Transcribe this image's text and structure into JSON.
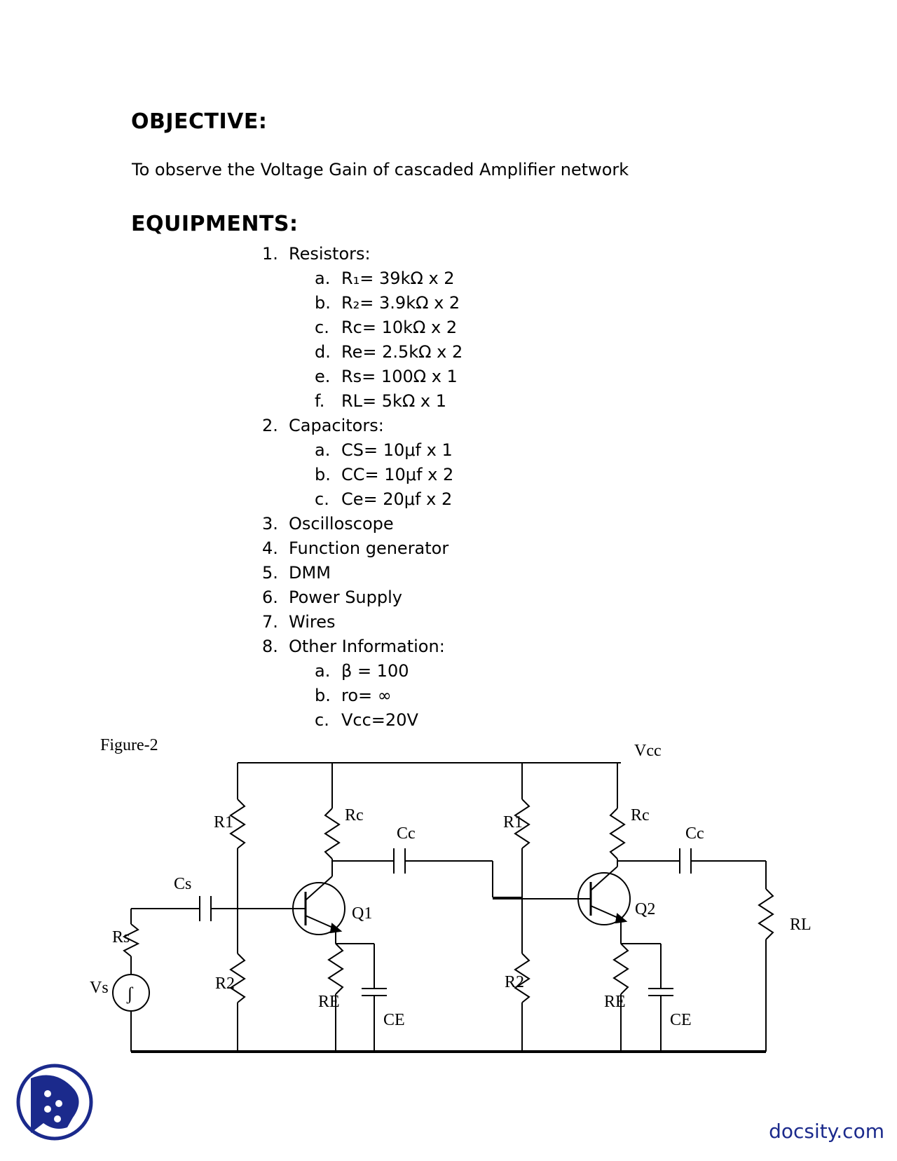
{
  "objective": {
    "heading": "OBJECTIVE:",
    "text": "To observe the Voltage Gain of cascaded Amplifier network"
  },
  "equipments": {
    "heading": "EQUIPMENTS:",
    "items": [
      {
        "num": "1.",
        "label": "Resistors:",
        "sub": [
          {
            "num": "a.",
            "label": "R₁= 39kΩ x 2"
          },
          {
            "num": "b.",
            "label": "R₂= 3.9kΩ x 2"
          },
          {
            "num": "c.",
            "label": "Rc= 10kΩ x 2"
          },
          {
            "num": "d.",
            "label": "Re= 2.5kΩ x 2"
          },
          {
            "num": "e.",
            "label": "Rs= 100Ω x 1"
          },
          {
            "num": "f.",
            "label": "RL= 5kΩ x 1"
          }
        ]
      },
      {
        "num": "2.",
        "label": "Capacitors:",
        "sub": [
          {
            "num": "a.",
            "label": "CS= 10μf x 1"
          },
          {
            "num": "b.",
            "label": "CC= 10μf x 2"
          },
          {
            "num": "c.",
            "label": "Ce= 20μf x 2"
          }
        ]
      },
      {
        "num": "3.",
        "label": "Oscilloscope"
      },
      {
        "num": "4.",
        "label": "Function generator"
      },
      {
        "num": "5.",
        "label": "DMM"
      },
      {
        "num": "6.",
        "label": "Power Supply"
      },
      {
        "num": "7.",
        "label": "Wires"
      },
      {
        "num": "8.",
        "label": "Other Information:",
        "sub": [
          {
            "num": "a.",
            "label": "β = 100"
          },
          {
            "num": "b.",
            "label": "ro= ∞"
          },
          {
            "num": "c.",
            "label": "Vcc=20V"
          }
        ]
      }
    ]
  },
  "figure": {
    "label": "Figure-2",
    "labels": {
      "vcc": "Vcc",
      "r1_a": "R1",
      "r2_a": "R2",
      "rc_a": "Rc",
      "re_a": "RE",
      "cc_a": "Cc",
      "ce_a": "CE",
      "q1": "Q1",
      "r1_b": "R1",
      "r2_b": "R2",
      "rc_b": "Rc",
      "re_b": "RE",
      "cc_b": "Cc",
      "ce_b": "CE",
      "q2": "Q2",
      "cs": "Cs",
      "rs": "Rs",
      "vs": "Vs",
      "rl": "RL",
      "source_symbol": "ʃ"
    }
  },
  "footer": {
    "brand": "docsity.com",
    "logo_icon": "docsity-logo-icon"
  }
}
